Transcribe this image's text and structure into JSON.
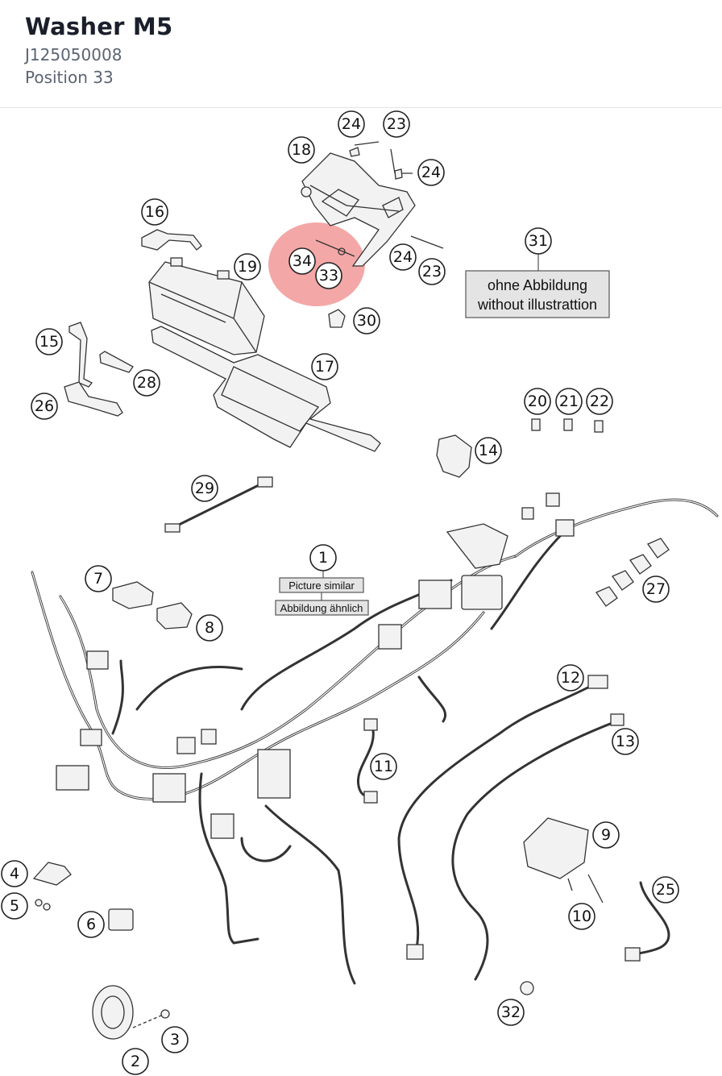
{
  "header": {
    "title": "Washer M5",
    "part_number": "J125050008",
    "position": "Position 33"
  },
  "diagram": {
    "highlight_color": "#f08a8a",
    "labels": {
      "picture_similar": "Picture similar",
      "picture_similar_de": "Abbildung ähnlich",
      "no_illustration_de": "ohne Abbildung",
      "no_illustration_en": "without illustrattion"
    },
    "callouts": {
      "c1": "1",
      "c2": "2",
      "c3": "3",
      "c4": "4",
      "c5": "5",
      "c6": "6",
      "c7": "7",
      "c8": "8",
      "c9": "9",
      "c10": "10",
      "c11": "11",
      "c12": "12",
      "c13": "13",
      "c14": "14",
      "c15": "15",
      "c16": "16",
      "c17": "17",
      "c18": "18",
      "c19": "19",
      "c20": "20",
      "c21": "21",
      "c22": "22",
      "c23a": "23",
      "c23b": "23",
      "c24a": "24",
      "c24b": "24",
      "c24c": "24",
      "c25": "25",
      "c26": "26",
      "c27": "27",
      "c28": "28",
      "c29": "29",
      "c30": "30",
      "c31": "31",
      "c32": "32",
      "c33": "33",
      "c34": "34"
    }
  }
}
